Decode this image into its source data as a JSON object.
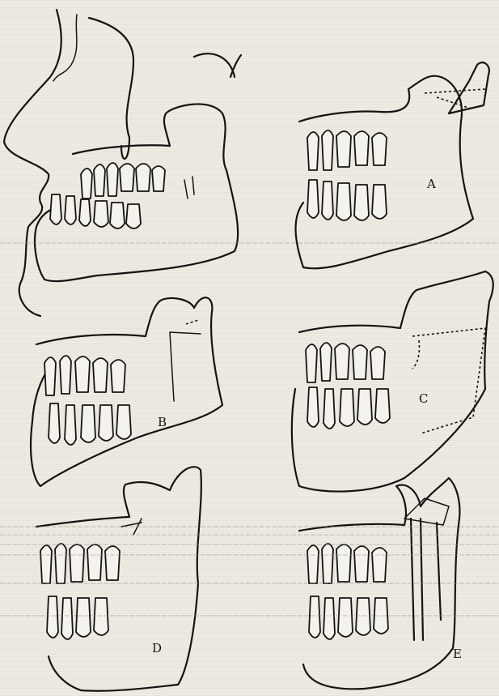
{
  "panels": [
    {
      "id": "original",
      "label": ""
    },
    {
      "id": "A",
      "label": "A"
    },
    {
      "id": "B",
      "label": "B"
    },
    {
      "id": "C",
      "label": "C"
    },
    {
      "id": "D",
      "label": "D"
    },
    {
      "id": "E",
      "label": "E"
    }
  ]
}
